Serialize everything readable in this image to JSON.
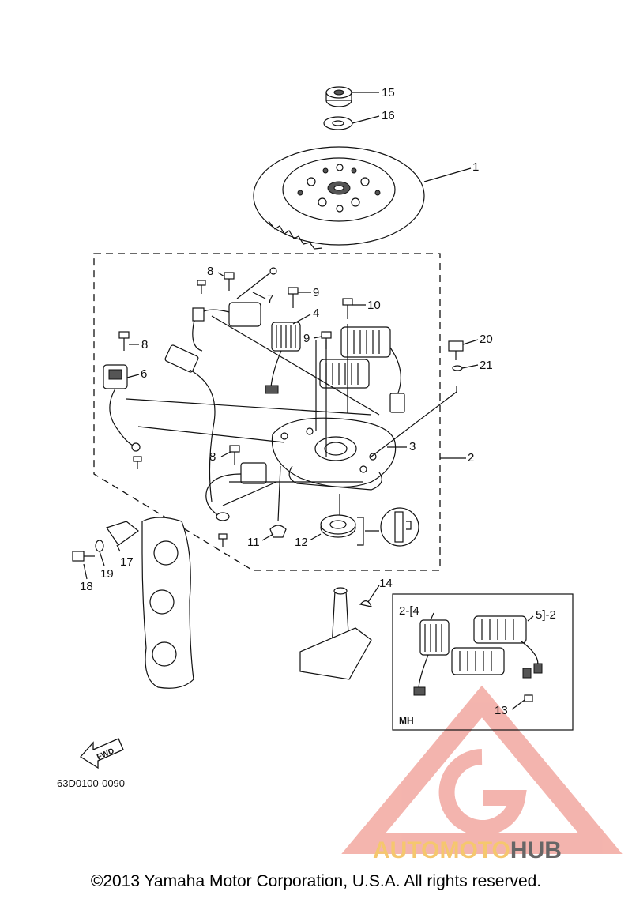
{
  "diagram": {
    "callouts": [
      {
        "id": "c1",
        "text": "1"
      },
      {
        "id": "c2",
        "text": "2"
      },
      {
        "id": "c3",
        "text": "3"
      },
      {
        "id": "c4",
        "text": "4"
      },
      {
        "id": "c6",
        "text": "6"
      },
      {
        "id": "c7",
        "text": "7"
      },
      {
        "id": "c8a",
        "text": "8"
      },
      {
        "id": "c8b",
        "text": "8"
      },
      {
        "id": "c8c",
        "text": "8"
      },
      {
        "id": "c9a",
        "text": "9"
      },
      {
        "id": "c9b",
        "text": "9"
      },
      {
        "id": "c10",
        "text": "10"
      },
      {
        "id": "c11",
        "text": "11"
      },
      {
        "id": "c12",
        "text": "12"
      },
      {
        "id": "c13",
        "text": "13"
      },
      {
        "id": "c14",
        "text": "14"
      },
      {
        "id": "c15",
        "text": "15"
      },
      {
        "id": "c16",
        "text": "16"
      },
      {
        "id": "c17",
        "text": "17"
      },
      {
        "id": "c18",
        "text": "18"
      },
      {
        "id": "c19",
        "text": "19"
      },
      {
        "id": "c20",
        "text": "20"
      },
      {
        "id": "c21",
        "text": "21"
      }
    ],
    "inset": {
      "label": "MH",
      "ref_left": "2-[4",
      "ref_right": "5]-2"
    },
    "fwd_label": "FWD",
    "drawing_number": "63D0100-0090"
  },
  "watermark": {
    "text_a": "AUTOMOTO",
    "text_b": "HUB",
    "color_a": "#f5c76e",
    "color_b": "#666666",
    "logo_color": "#f2a8a0"
  },
  "copyright": "©2013 Yamaha Motor Corporation, U.S.A. All rights reserved."
}
